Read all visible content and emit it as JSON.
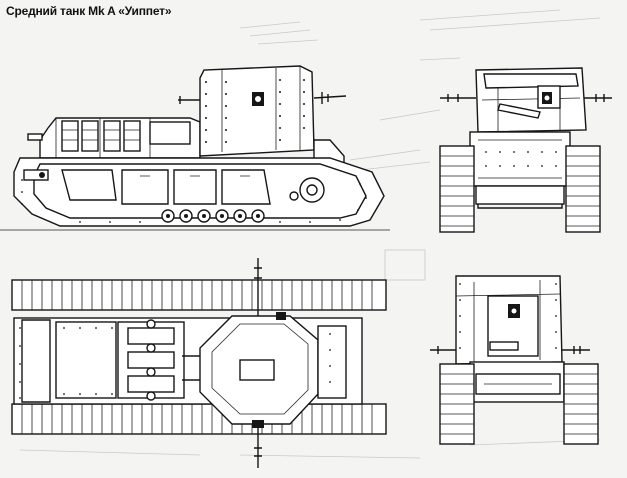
{
  "caption": {
    "title": "Средний танк Mk A «Уиппет»"
  },
  "views": [
    {
      "id": "side-view"
    },
    {
      "id": "front-view"
    },
    {
      "id": "top-view"
    },
    {
      "id": "rear-view"
    }
  ],
  "colors": {
    "ink": "#161616",
    "paper": "#f4f4f2",
    "bleed_through": "#c9c9c9"
  }
}
